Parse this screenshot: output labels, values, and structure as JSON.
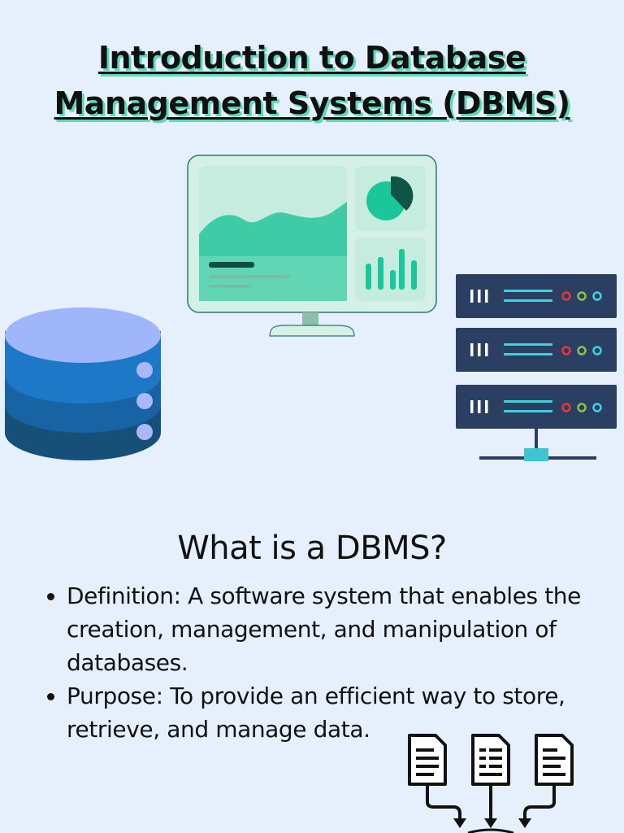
{
  "title": {
    "line1": "Introduction to Database",
    "line2": "Management Systems (DBMS)"
  },
  "colors": {
    "background": "#e6f0fd",
    "title_shadow": "#5ed9b6",
    "accent_green": "#19c79a",
    "server_navy": "#2b3f63",
    "database_blue": "#1e78c8"
  },
  "icons": [
    "database-icon",
    "monitor-dashboard-icon",
    "server-rack-icon",
    "documents-merge-icon"
  ],
  "section": {
    "heading": "What is a DBMS?",
    "items": [
      {
        "text": "Definition: A software system that enables the creation, management, and manipulation of databases."
      },
      {
        "text": "Purpose: To provide an efficient way to store, retrieve, and manage data."
      }
    ]
  }
}
